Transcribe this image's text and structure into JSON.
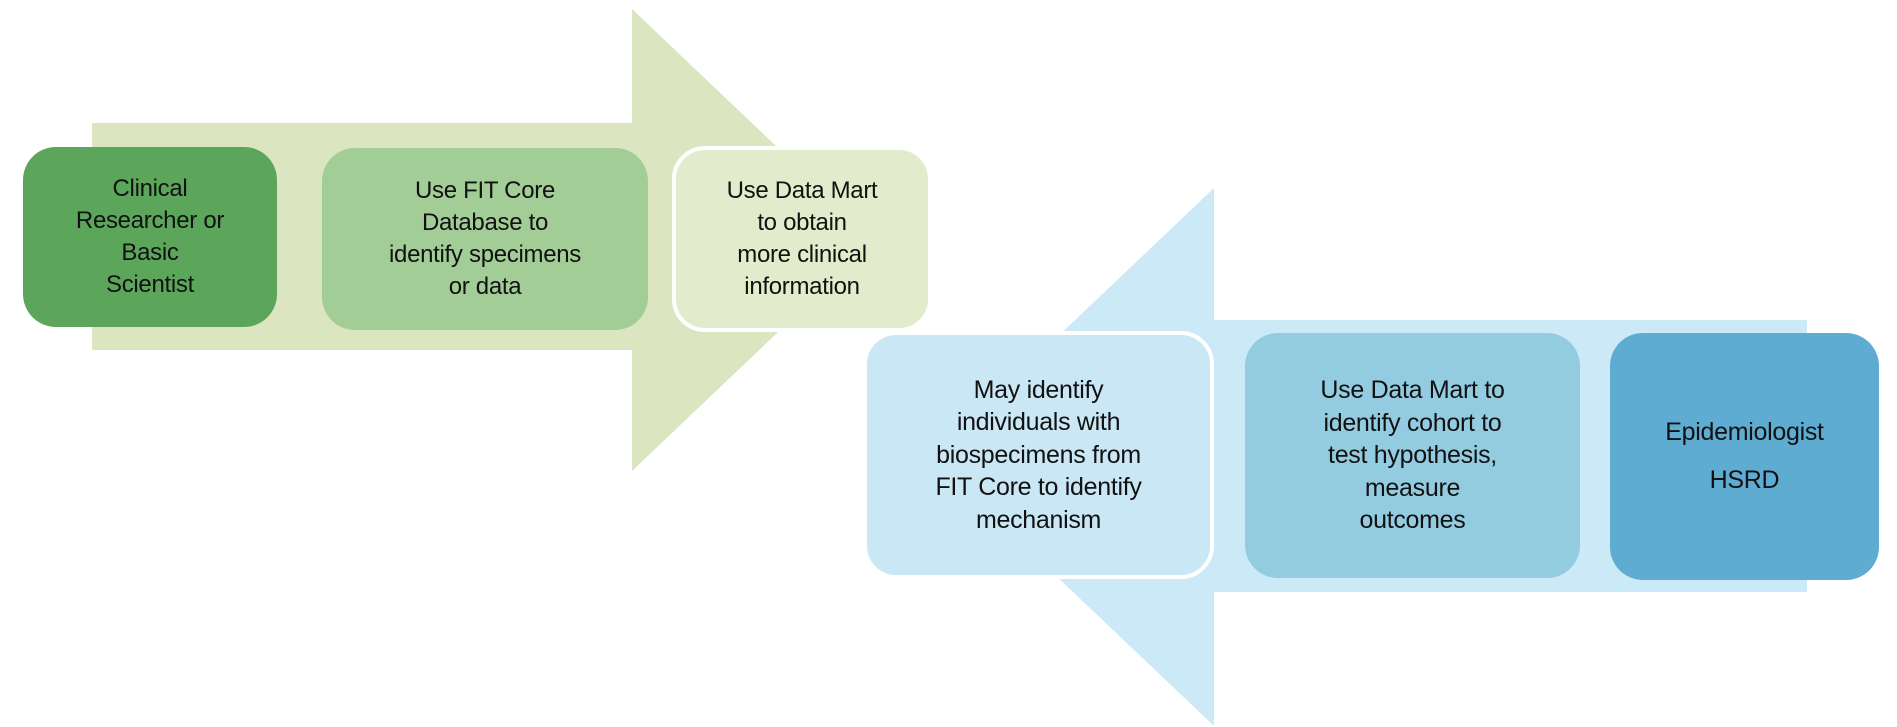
{
  "diagram": {
    "description_green_flow": {
      "direction": "right",
      "arrow_fill": "#dbe6c1",
      "boxes": [
        {
          "id": "clinical-researcher",
          "fill": "#5ca65c",
          "text": "Clinical\nResearcher or\nBasic\nScientist"
        },
        {
          "id": "fit-core-database",
          "fill": "#a3cd96",
          "text": "Use FIT Core\nDatabase to\nidentify specimens\nor data"
        },
        {
          "id": "data-mart-clinical",
          "fill": "#e2eccc",
          "text": "Use Data Mart\nto obtain\nmore clinical\ninformation"
        }
      ]
    },
    "description_blue_flow": {
      "direction": "left",
      "arrow_fill": "#cbe9f6",
      "boxes": [
        {
          "id": "may-identify",
          "fill": "#c9e7f4",
          "text": "May identify\nindividuals with\nbiospecimens from\nFIT Core to identify\nmechanism"
        },
        {
          "id": "data-mart-cohort",
          "fill": "#93cce1",
          "text": "Use Data Mart to\nidentify cohort to\ntest hypothesis,\nmeasure\noutcomes"
        },
        {
          "id": "epidemiologist",
          "fill": "#5facd2",
          "text": "Epidemiologist\nHSRD"
        }
      ]
    }
  }
}
